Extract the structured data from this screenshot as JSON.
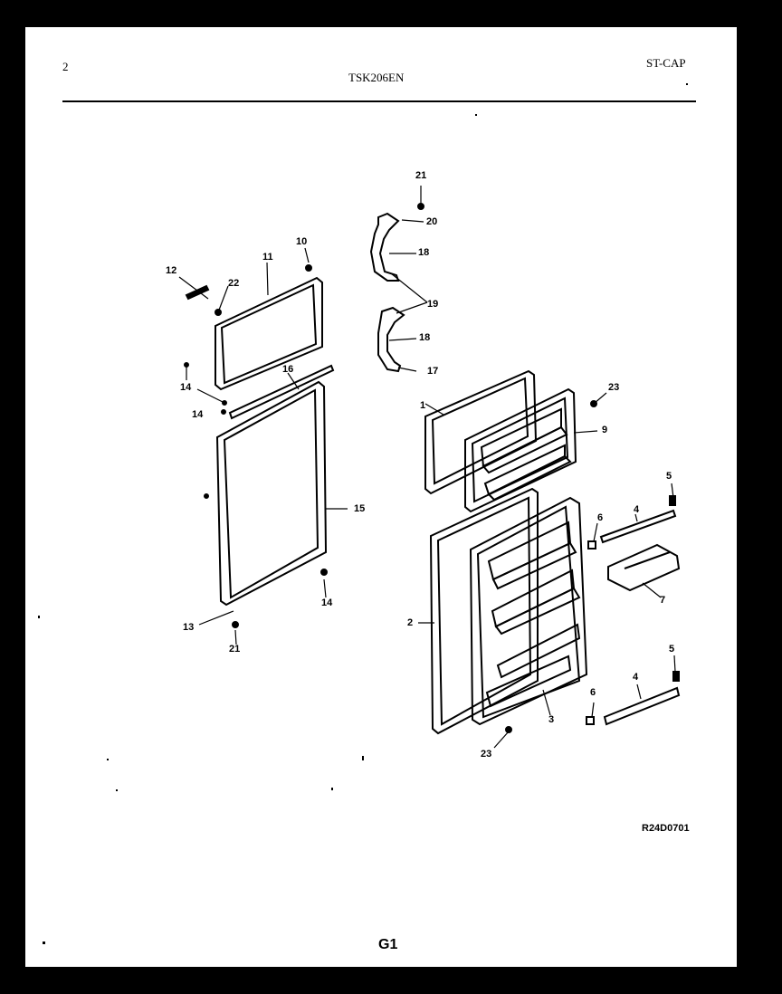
{
  "header": {
    "page_number": "2",
    "model": "TSK206EN",
    "section_code": "ST-CAP"
  },
  "callouts": {
    "c21_top": "21",
    "c20": "20",
    "c18_top": "18",
    "c19": "19",
    "c18_bottom": "18",
    "c17": "17",
    "c10": "10",
    "c11": "11",
    "c12": "12",
    "c22": "22",
    "c14_a": "14",
    "c16": "16",
    "c14_b": "14",
    "c15": "15",
    "c14_c": "14",
    "c13": "13",
    "c21_bottom": "21",
    "c23_top": "23",
    "c1": "1",
    "c9": "9",
    "c5_top": "5",
    "c6_top": "6",
    "c4_top": "4",
    "c7": "7",
    "c2": "2",
    "c3": "3",
    "c5_bottom": "5",
    "c4_bottom": "4",
    "c6_bottom": "6",
    "c23_bottom": "23"
  },
  "footer": {
    "drawing_code": "R24D0701",
    "figure_label": "G1"
  }
}
